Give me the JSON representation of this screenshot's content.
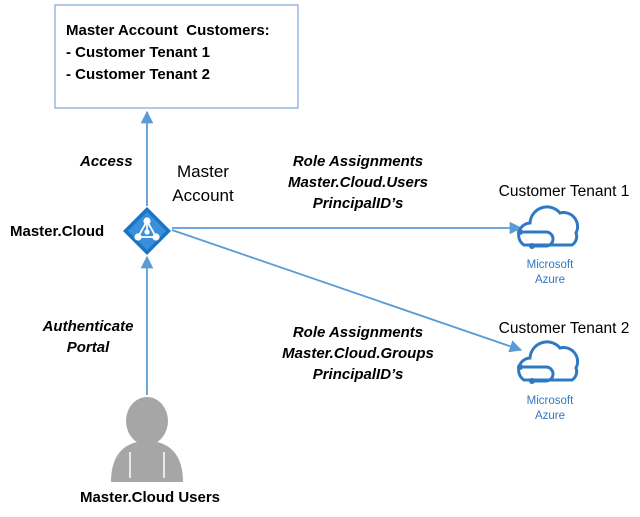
{
  "customers_box": {
    "title": "Master Account  Customers:",
    "items": [
      "- Customer Tenant 1",
      "- Customer Tenant 2"
    ]
  },
  "access_label": "Access",
  "master_account_label": [
    "Master",
    "Account"
  ],
  "master_cloud_label": "Master.Cloud",
  "authenticate_label": [
    "Authenticate",
    "Portal"
  ],
  "users_label": "Master.Cloud Users",
  "role_assignments_users": [
    "Role Assignments",
    "Master.Cloud.Users",
    "PrincipalID’s"
  ],
  "role_assignments_groups": [
    "Role Assignments",
    "Master.Cloud.Groups",
    "PrincipalID’s"
  ],
  "tenants": [
    {
      "name": "Customer Tenant 1",
      "logo_lines": [
        "Microsoft",
        "Azure"
      ]
    },
    {
      "name": "Customer Tenant 2",
      "logo_lines": [
        "Microsoft",
        "Azure"
      ]
    }
  ],
  "icons": {
    "master_cloud": "azure-ad-diamond-icon",
    "user": "user-silhouette-icon",
    "tenant": "azure-cloud-icon"
  },
  "colors": {
    "connector": "#5b9bd5",
    "box_border": "#7fa7d4",
    "azure_blue": "#2f78c4",
    "diamond": "#1c74c4",
    "user_gray": "#a6a6a6"
  }
}
